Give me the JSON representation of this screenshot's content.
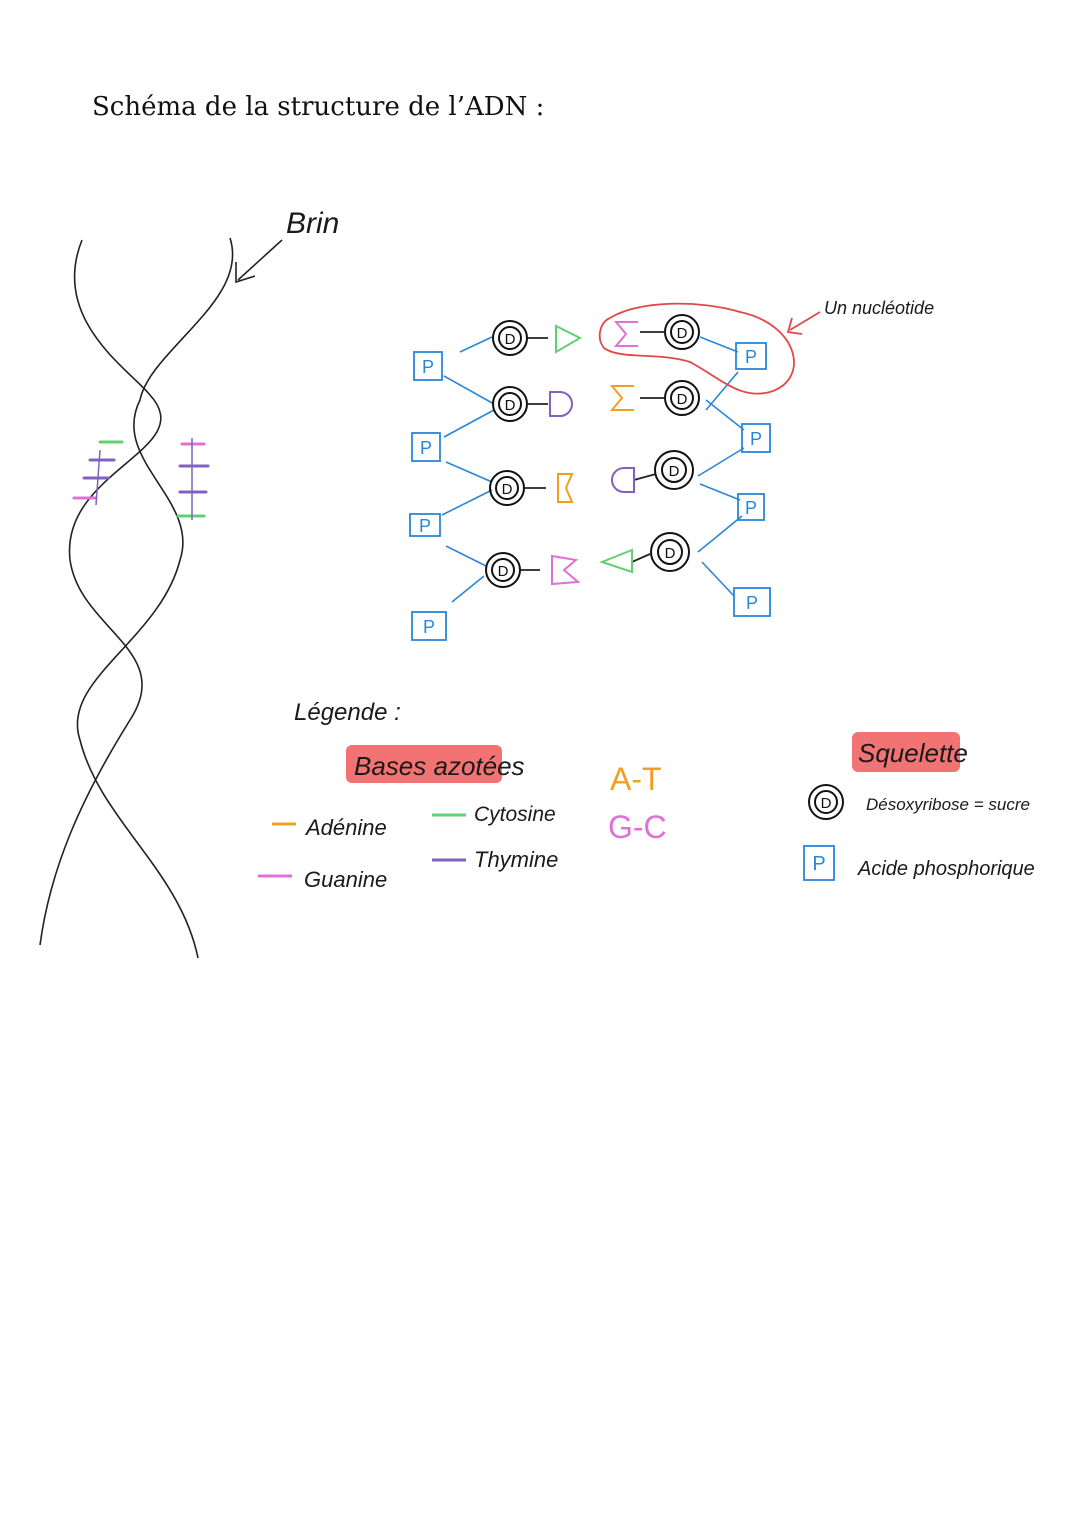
{
  "title": "Schéma de la structure de l’ADN :",
  "helix_label": "Brin",
  "nucleotide_label": "Un nucléotide",
  "phosphate_symbol": "P",
  "sugar_symbol": "D",
  "legend": {
    "heading": "Légende :",
    "bases_heading": "Bases azotées",
    "bases": [
      {
        "name": "Adénine",
        "color": "#f0a020"
      },
      {
        "name": "Guanine",
        "color": "#e070d8"
      },
      {
        "name": "Cytosine",
        "color": "#60d070"
      },
      {
        "name": "Thymine",
        "color": "#8060c0"
      }
    ],
    "pairs": [
      "A-T",
      "G-C"
    ],
    "skeleton_heading": "Squelette",
    "sugar": "Désoxyribose = sucre",
    "phosphate": "Acide phosphorique"
  },
  "colors": {
    "phosphate": "#2a86d8",
    "highlight": "#f05a5a",
    "nucleotide_outline": "#e04848",
    "ink": "#111111"
  }
}
